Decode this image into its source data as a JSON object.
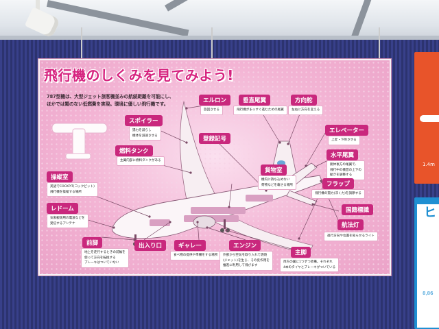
{
  "title": "飛行機のしくみを見てみよう!",
  "intro": [
    "787型機は、大型ジェット旅客機並みの航続距離を可能にし、",
    "ほかでは類のない低燃費を実現。環境に優しい飛行機です。"
  ],
  "callouts": [
    {
      "id": "spoiler",
      "label": "スポイラー",
      "desc": [
        "揚力を減らし",
        "機体を減速させる"
      ]
    },
    {
      "id": "fuel-tank",
      "label": "燃料タンク",
      "desc": [
        "主翼内部に燃料タンクがある"
      ]
    },
    {
      "id": "aileron",
      "label": "エルロン",
      "desc": [
        "旋回させる"
      ]
    },
    {
      "id": "vertical-stabilizer",
      "label": "垂直尾翼",
      "desc": [
        "飛行機がまっすぐ進むための尾翼"
      ]
    },
    {
      "id": "rudder",
      "label": "方向舵",
      "desc": [
        "左右に方向を変える"
      ]
    },
    {
      "id": "elevator",
      "label": "エレベーター",
      "desc": [
        "上昇・下降させる"
      ]
    },
    {
      "id": "registration",
      "label": "登録記号",
      "desc": []
    },
    {
      "id": "horizontal-stabilizer",
      "label": "水平尾翼",
      "desc": [
        "胴体後方の尾翼で、",
        "飛行中の機首の上下の",
        "動きを調整する"
      ]
    },
    {
      "id": "cargo",
      "label": "貨物室",
      "desc": [
        "機内に持ち込めない",
        "荷物などを載せる場所"
      ]
    },
    {
      "id": "flap",
      "label": "フラップ",
      "desc": [
        "飛行機の揚力(浮く力)を調節する"
      ]
    },
    {
      "id": "cockpit",
      "label": "操縦室",
      "desc": [
        "英語でCOCKPIT(コックピット)",
        "飛行機を操縦する場所"
      ]
    },
    {
      "id": "radome",
      "label": "レドーム",
      "desc": [
        "気象観測用の電波などを",
        "受信するアンテナ"
      ]
    },
    {
      "id": "national-flag",
      "label": "国籍標識",
      "desc": []
    },
    {
      "id": "nav-light",
      "label": "航法灯",
      "desc": [
        "進行方向や位置を知らせるライト"
      ]
    },
    {
      "id": "nose-gear",
      "label": "前脚",
      "desc": [
        "地上を走行するときの前輪を",
        "使って方向を転換する",
        "ブレーキはついていない"
      ]
    },
    {
      "id": "door",
      "label": "出入り口",
      "desc": []
    },
    {
      "id": "galley",
      "label": "ギャレー",
      "desc": [
        "食べ物の提供や準備をする場所"
      ]
    },
    {
      "id": "engine",
      "label": "エンジン",
      "desc": [
        "外部から空気を取り入れて燃焼",
        "(ジェット)を生じ、その反作用を",
        "推進に利用して飛びます"
      ]
    },
    {
      "id": "main-gear",
      "label": "主脚",
      "desc": [
        "両方の翼に1つずつ装備。それぞれ",
        "4本のタイヤとブレーキがついている"
      ]
    }
  ],
  "side_posters": {
    "right_top_caption": "1.4m",
    "right_bottom_heading": "ヒ",
    "right_bottom_number": "8,86"
  },
  "colors": {
    "board_pink": "#f3b4d4",
    "label_magenta": "#c9287d",
    "title_magenta": "#d6237f",
    "wall_navy": "#2f3777"
  }
}
